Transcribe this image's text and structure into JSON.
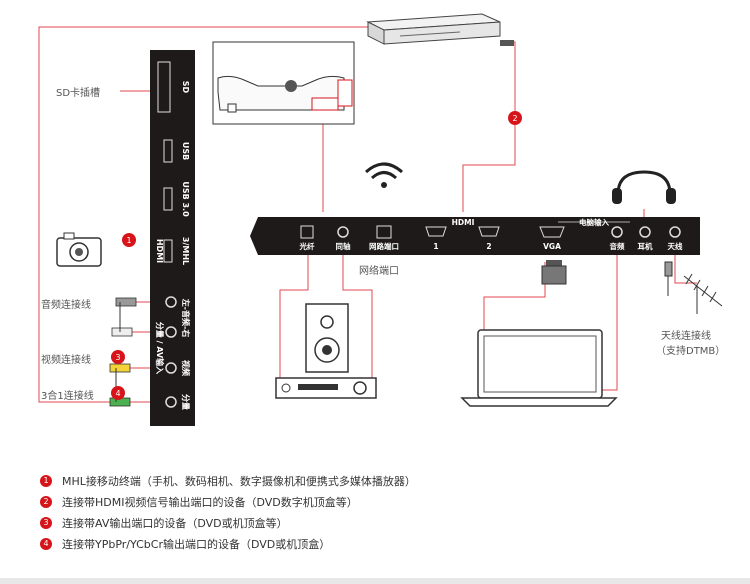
{
  "side_panel": {
    "sd": "SD",
    "usb": "USB",
    "usb3": "USB 3.0",
    "hdmi_logo": "HDMI",
    "hdmi_mhl": "3/MHL",
    "av_in": "分量 / AV输入",
    "audio_lr": "左-音频-右",
    "video": "视频",
    "component": "分量"
  },
  "back_panel": {
    "hdmi_logo": "HDMI",
    "hdmi1": "1",
    "hdmi2": "2",
    "optical": "光纤",
    "coax": "同轴",
    "network": "网路端口",
    "pc_input": "电脑输入",
    "vga": "VGA",
    "audio": "音频",
    "earphone": "耳机",
    "antenna": "天线"
  },
  "labels": {
    "sd_slot": "SD卡插槽",
    "audio_cable": "音频连接线",
    "video_cable": "视频连接线",
    "three_in_one": "3合1连接线",
    "network_port": "网络端口",
    "antenna_cable": "天线连接线",
    "dtmb": "（支持DTMB）"
  },
  "badges": [
    "1",
    "2",
    "3",
    "4"
  ],
  "legend": [
    {
      "num": "1",
      "text": "MHL接移动终端（手机、数码相机、数字摄像机和便携式多媒体播放器）"
    },
    {
      "num": "2",
      "text": "连接带HDMI视频信号输出端口的设备（DVD数字机顶盒等）"
    },
    {
      "num": "3",
      "text": "连接带AV输出端口的设备（DVD或机顶盒等）"
    },
    {
      "num": "4",
      "text": "连接带YPbPr/YCbCr输出端口的设备（DVD或机顶盒）"
    }
  ],
  "colors": {
    "accent": "#d7141a",
    "panel": "#1e1a1a",
    "line": "#e0484f"
  }
}
